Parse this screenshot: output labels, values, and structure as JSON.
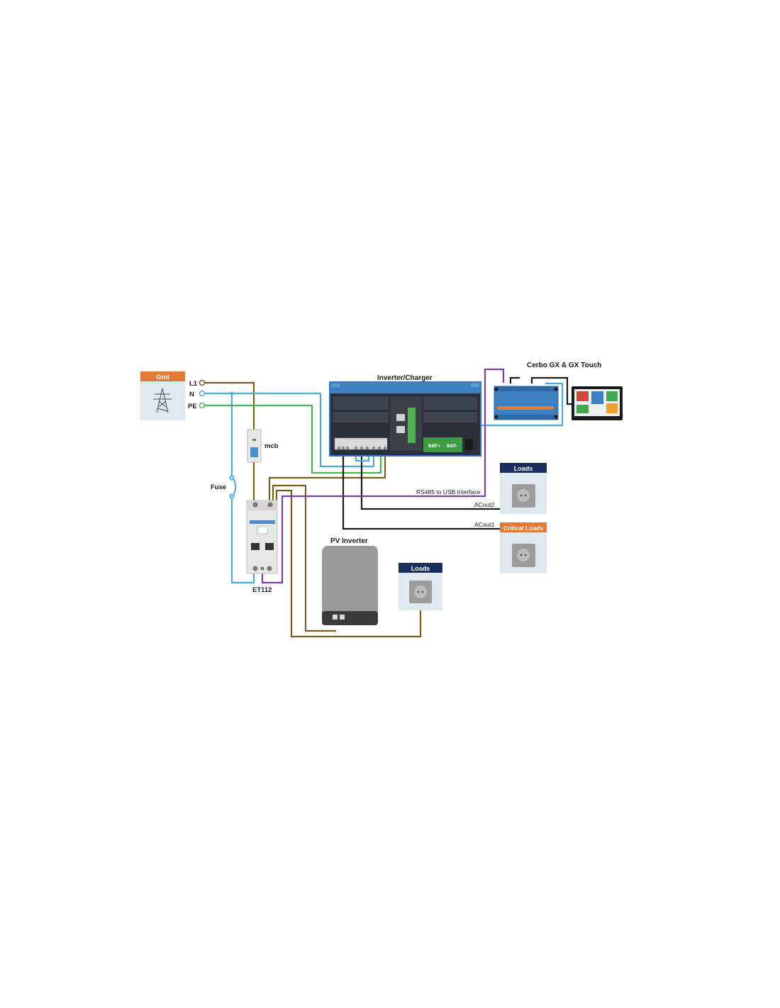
{
  "grid": {
    "title": "Grid",
    "terminals": [
      "L1",
      "N",
      "PE"
    ]
  },
  "components": {
    "inverter_charger": "Inverter/Charger",
    "cerbo": "Cerbo GX & GX Touch",
    "mcb": "mcb",
    "fuse": "Fuse",
    "meter": "ET112",
    "pv_inverter": "PV Inverter"
  },
  "loads": {
    "loads_top": "Loads",
    "critical_loads": "Critical Loads",
    "loads_bottom": "Loads"
  },
  "wire_labels": {
    "rs485": "RS485 to USB interface",
    "acout2": "ACout2",
    "acout1": "ACout1"
  },
  "inverter_terminals": {
    "bat_plus": "BAT+",
    "bat_minus": "BAT-"
  },
  "colors": {
    "line": "#7a5a1e",
    "neutral": "#4aa9df",
    "earth": "#4caf50",
    "comm": "#7b3f9e",
    "black": "#1a1a1a",
    "grid_header": "#e07b39",
    "loads_header": "#1a2f5e",
    "critical_header": "#e07b39",
    "device_blue": "#3d7fc1"
  }
}
